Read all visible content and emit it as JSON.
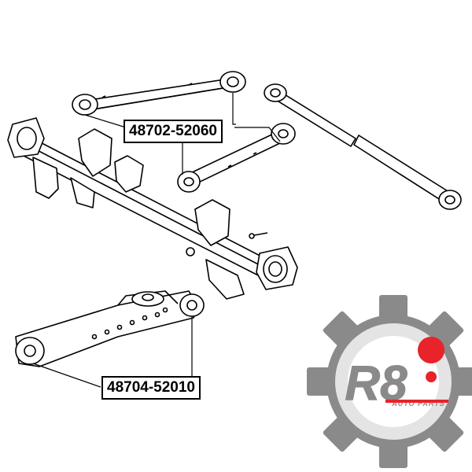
{
  "parts": {
    "upper_link_number": "48702-52060",
    "lower_arm_number": "48704-52010"
  },
  "logo": {
    "mark": "R8",
    "tagline": "AUTO PARTS",
    "colors": {
      "gear": "#8a8a8a",
      "ring": "#e4e4e4",
      "accent": "#e8232a"
    }
  },
  "colors": {
    "line": "#000000",
    "background": "#ffffff"
  }
}
